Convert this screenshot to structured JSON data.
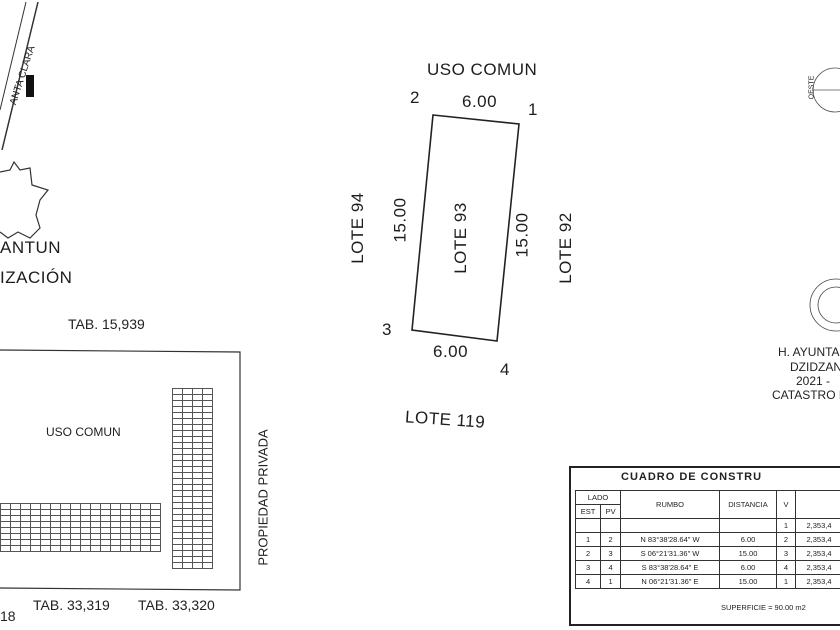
{
  "lot": {
    "label": "LOTE 93",
    "top_label": "USO COMUN",
    "bottom_label": "LOTE 119",
    "left_label": "LOTE 94",
    "right_label": "LOTE 92",
    "side_top": "6.00",
    "side_bottom": "6.00",
    "side_left": "15.00",
    "side_right": "15.00",
    "vertices": [
      "1",
      "2",
      "3",
      "4"
    ]
  },
  "location_map": {
    "street_label": "ANTA CLARA",
    "town_label": "ANTUN",
    "zone_label": "IZACIÓN",
    "tab_1": "TAB. 15,939",
    "tab_2": "TAB. 33,319",
    "tab_3": "TAB. 33,320",
    "tab_4": "18",
    "block_label": "USO COMUN",
    "side_label": "PROPIEDAD PRIVADA"
  },
  "seal": {
    "line1": "H. AYUNTA",
    "line2": "DZIDZANT",
    "line3": "2021 -",
    "line4": "CATASTRO M",
    "compass_west": "OESTE"
  },
  "table": {
    "title": "CUADRO DE CONSTRU",
    "headers": {
      "lado": "LADO",
      "est": "EST",
      "pv": "PV",
      "rumbo": "RUMBO",
      "distancia": "DISTANCIA",
      "v": "V"
    },
    "rows": [
      {
        "est": "",
        "pv": "",
        "rumbo": "",
        "dist": "",
        "v": "1",
        "coord": "2,353,4"
      },
      {
        "est": "1",
        "pv": "2",
        "rumbo": "N 83°38'28.64\" W",
        "dist": "6.00",
        "v": "2",
        "coord": "2,353,4"
      },
      {
        "est": "2",
        "pv": "3",
        "rumbo": "S 06°21'31.36\" W",
        "dist": "15.00",
        "v": "3",
        "coord": "2,353,4"
      },
      {
        "est": "3",
        "pv": "4",
        "rumbo": "S 83°38'28.64\" E",
        "dist": "6.00",
        "v": "4",
        "coord": "2,353,4"
      },
      {
        "est": "4",
        "pv": "1",
        "rumbo": "N 06°21'31.36\" E",
        "dist": "15.00",
        "v": "1",
        "coord": "2,353,4"
      }
    ],
    "superficie": "SUPERFICIE = 90.00 m2"
  }
}
